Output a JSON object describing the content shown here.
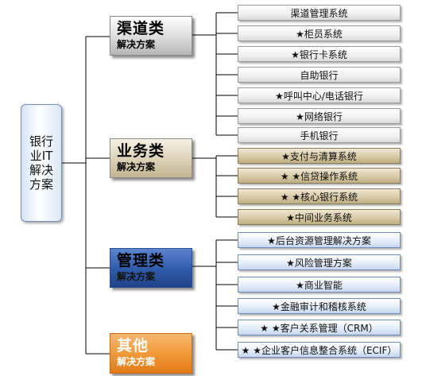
{
  "root": {
    "label": "银行业IT解决方案"
  },
  "categories": [
    {
      "title": "渠道类",
      "subtitle": "解决方案",
      "items": [
        "渠道管理系统",
        "★柜员系统",
        "★银行卡系统",
        "自助银行",
        "★呼叫中心/电话银行",
        "★网络银行",
        "手机银行"
      ]
    },
    {
      "title": "业务类",
      "subtitle": "解决方案",
      "items": [
        "★支付与清算系统",
        "★ ★信贷操作系统",
        "★ ★核心银行系统",
        "★中间业务系统"
      ]
    },
    {
      "title": "管理类",
      "subtitle": "解决方案",
      "items": [
        "★后台资源管理解决方案",
        "★风险管理方案",
        "★商业智能",
        "★金融审计和稽核系统",
        "★ ★客户关系管理（CRM）",
        "★ ★企业客户信息整合系统（ECIF）"
      ]
    },
    {
      "title": "其他",
      "subtitle": "解决方案",
      "items": []
    }
  ],
  "colors": {
    "channel": "#dcdcdc",
    "business": "#d9ceb1",
    "management": "#2f5aa8",
    "other": "#f29a3a",
    "line": "#000000"
  }
}
